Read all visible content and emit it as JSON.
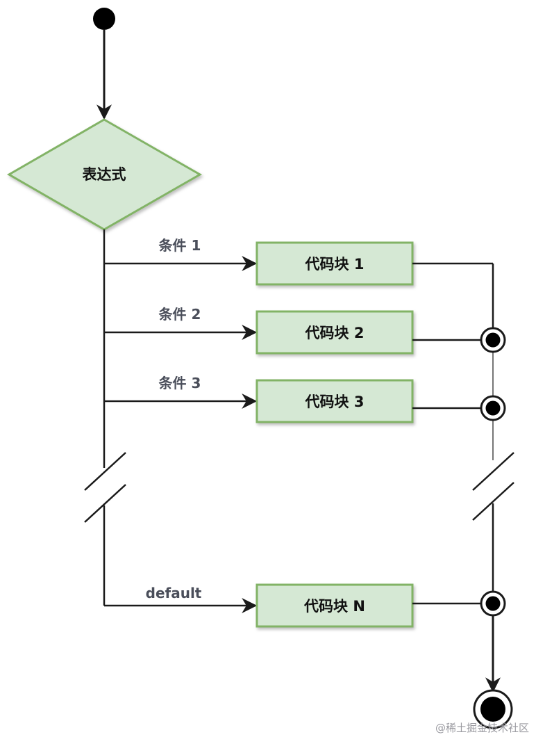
{
  "diagram": {
    "decision": {
      "label": "表达式"
    },
    "branches": [
      {
        "edge_label": "条件 1",
        "block_label": "代码块 1"
      },
      {
        "edge_label": "条件 2",
        "block_label": "代码块 2"
      },
      {
        "edge_label": "条件 3",
        "block_label": "代码块 3"
      },
      {
        "edge_label": "default",
        "block_label": "代码块 N"
      }
    ]
  },
  "colors": {
    "node_fill": "#d5e8d4",
    "node_stroke": "#82b366",
    "line": "#1a1a1a"
  },
  "watermark": "@稀土掘金技术社区"
}
